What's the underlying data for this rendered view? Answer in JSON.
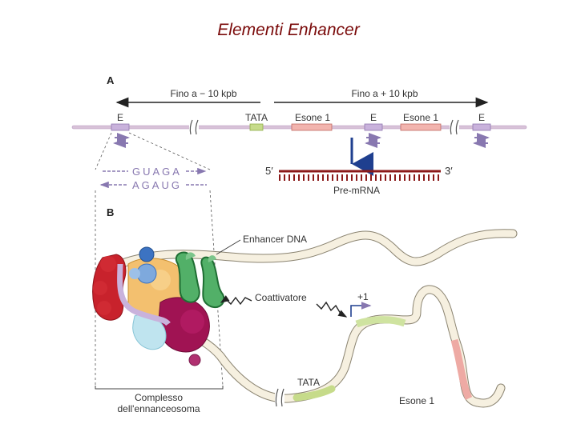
{
  "title": "Elementi Enhancer",
  "panel_a": {
    "label": "A",
    "upstream_range": "Fino a − 10 kpb",
    "downstream_range": "Fino a + 10 kpb",
    "element_labels": [
      "E",
      "TATA",
      "Esone 1",
      "E",
      "Esone 1",
      "E"
    ],
    "seq_top": "GUAGA",
    "seq_bottom": "AGAUG",
    "pre_mrna_5": "5′",
    "pre_mrna_3": "3′",
    "pre_mrna_label": "Pre-mRNA"
  },
  "panel_b": {
    "label": "B",
    "enhancer_dna": "Enhancer DNA",
    "coactivator": "Coattivatore",
    "plus_one": "+1",
    "tata": "TATA",
    "exon1": "Esone 1",
    "complex_line1": "Complesso",
    "complex_line2": "dell'ennanceosoma"
  },
  "colors": {
    "title": "#7a0a0a",
    "dna_strand": "#d8c2d8",
    "enhancer_box": "#c9b2dc",
    "tata_box": "#c6db8a",
    "exon_box": "#f2b4ae",
    "pre_mrna": "#8b1a1a",
    "arrow_blue": "#1f3f8f",
    "arrow_purple": "#8878b0"
  }
}
